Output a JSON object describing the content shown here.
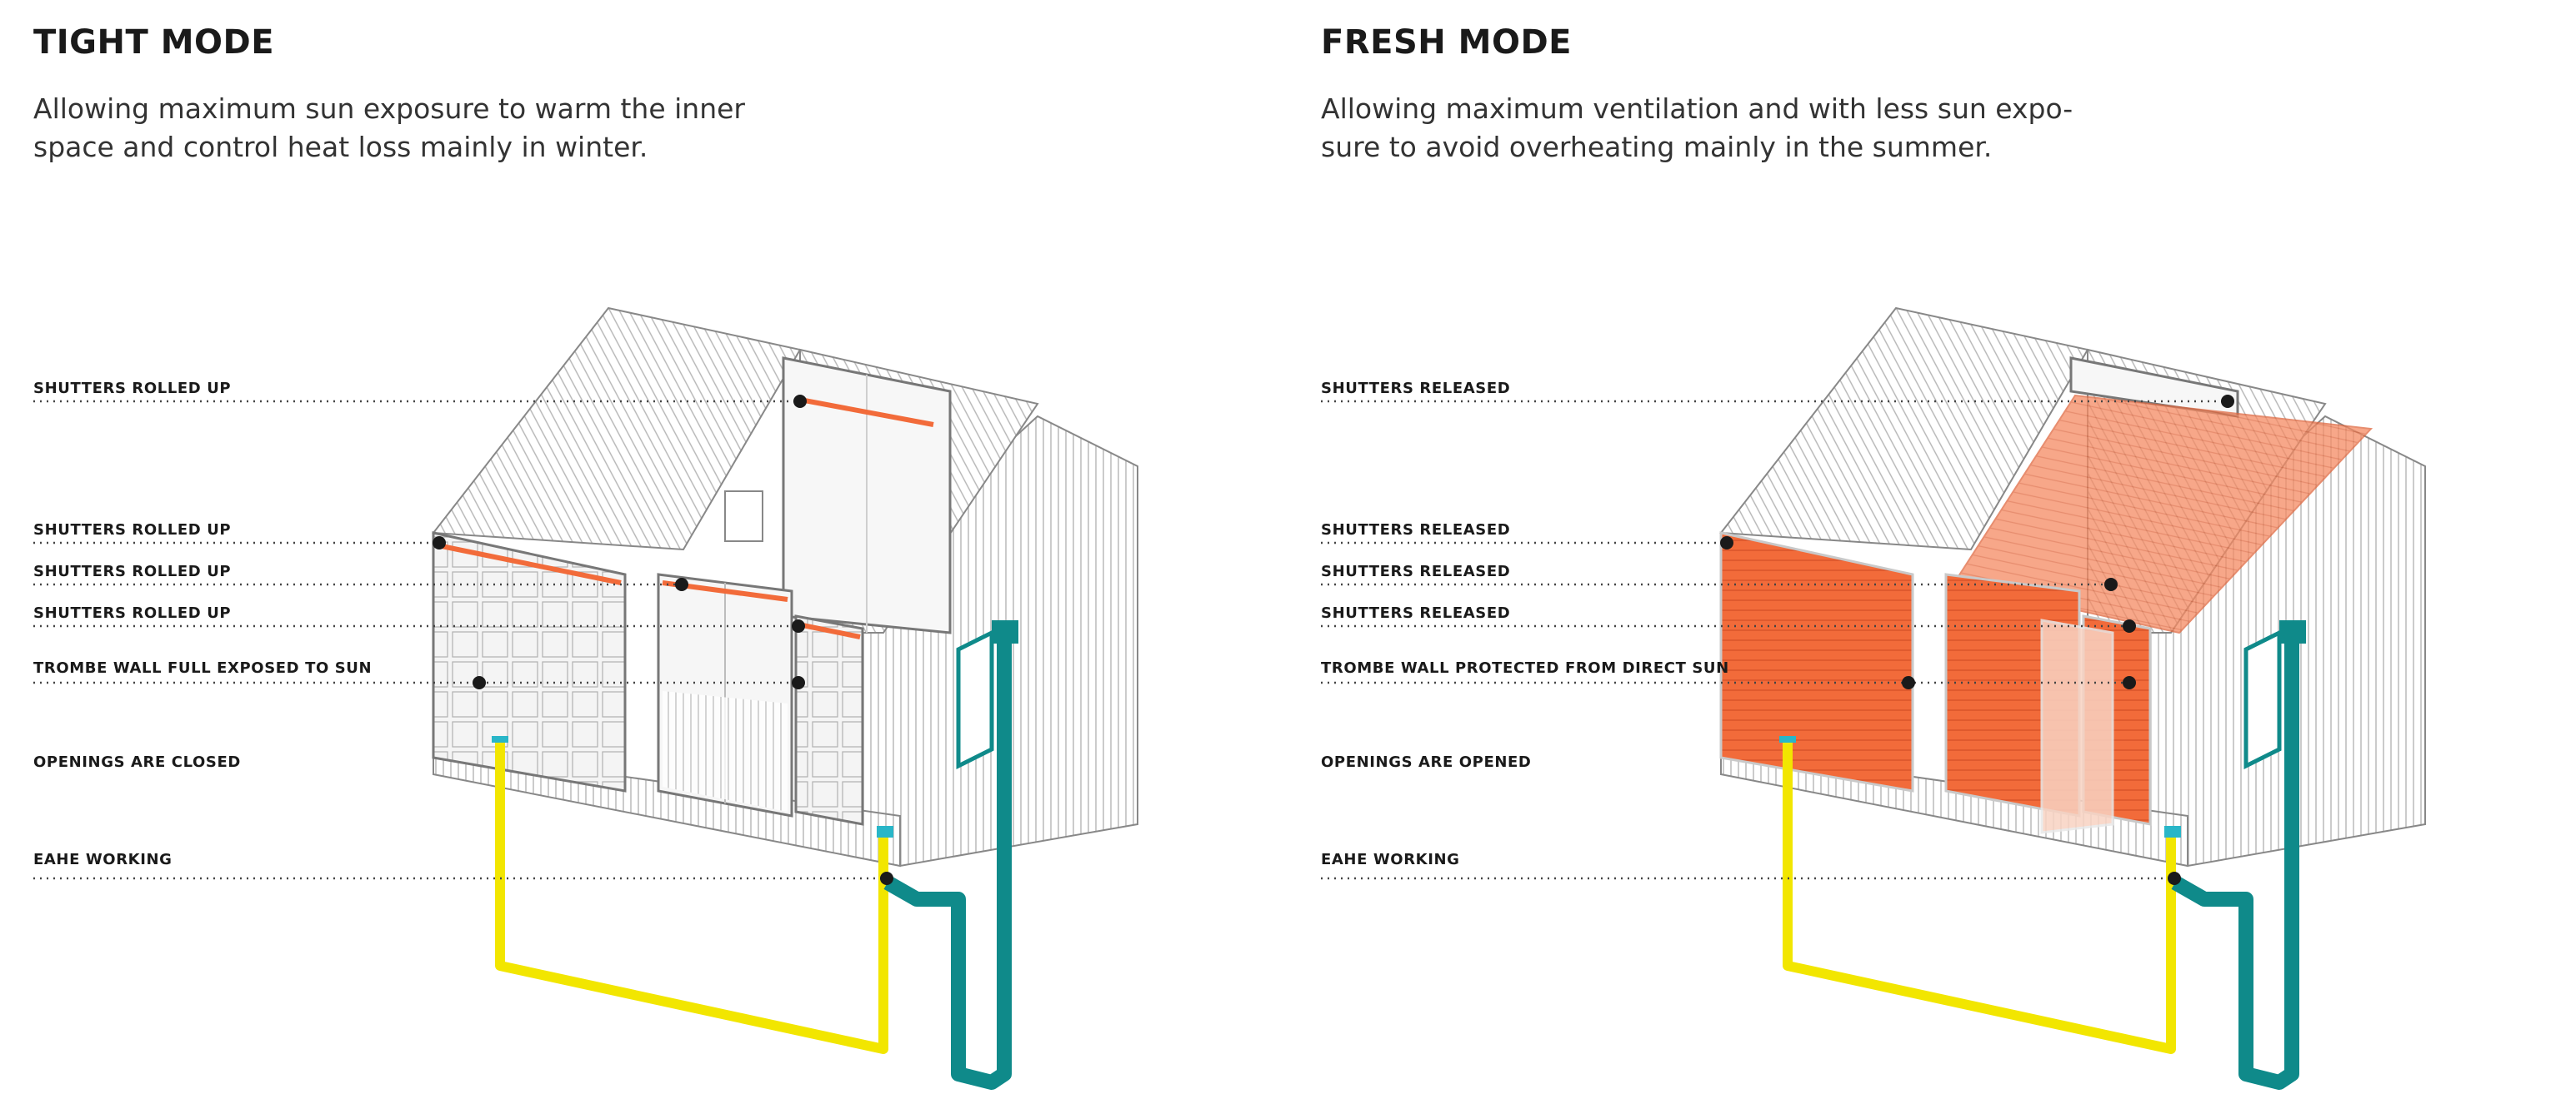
{
  "panels": [
    {
      "title": "TIGHT MODE",
      "description_line1": "Allowing maximum sun exposure to warm the inner",
      "description_line2": "space and control heat loss mainly in winter.",
      "labels": [
        "SHUTTERS ROLLED UP",
        "SHUTTERS ROLLED UP",
        "SHUTTERS ROLLED UP",
        "SHUTTERS ROLLED UP",
        "TROMBE WALL FULL EXPOSED TO SUN",
        "OPENINGS ARE CLOSED",
        "EAHE WORKING"
      ]
    },
    {
      "title": "FRESH MODE",
      "description_line1": "Allowing maximum ventilation and with less sun expo-",
      "description_line2": "sure to avoid overheating mainly in the summer.",
      "labels": [
        "SHUTTERS RELEASED",
        "SHUTTERS RELEASED",
        "SHUTTERS RELEASED",
        "SHUTTERS RELEASED",
        "TROMBE WALL PROTECTED FROM DIRECT SUN",
        "OPENINGS ARE OPENED",
        "EAHE WORKING"
      ]
    }
  ],
  "colors": {
    "shutter_orange": "#f26b3a",
    "pipe_yellow": "#f2e600",
    "pipe_teal": "#0f8a8a",
    "line_gray": "#9a9a9a",
    "text_dark": "#1a1a1a"
  }
}
